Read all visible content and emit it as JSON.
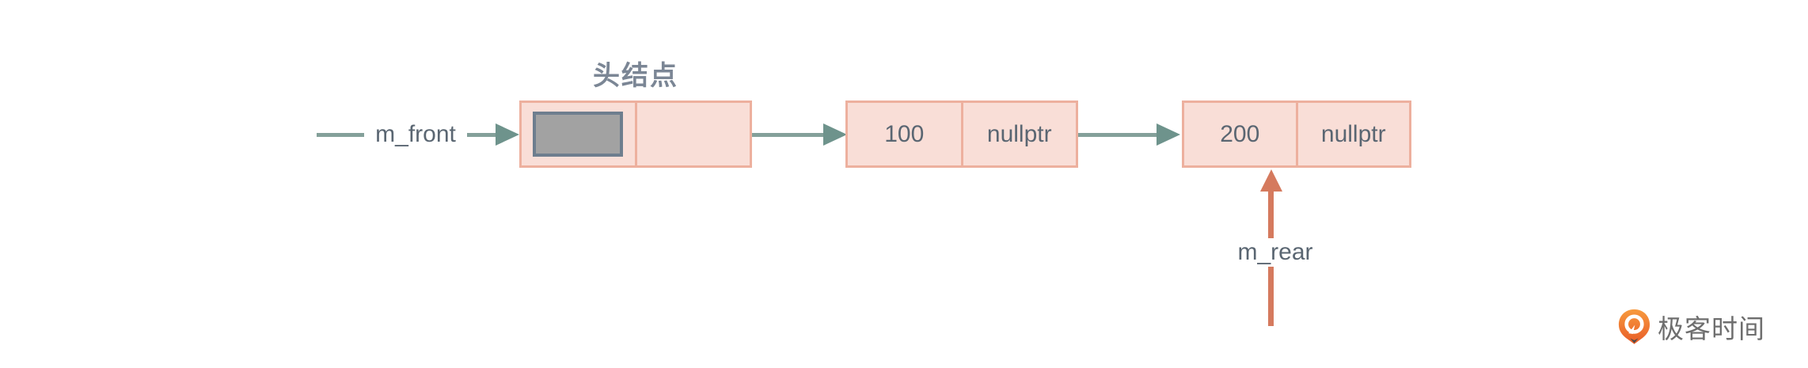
{
  "diagram": {
    "title_implicit": "linked-list queue",
    "front_pointer": {
      "label": "m_front"
    },
    "rear_pointer": {
      "label": "m_rear"
    },
    "head_node": {
      "label": "头结点"
    },
    "nodes": [
      {
        "value": "100",
        "pointer": "nullptr"
      },
      {
        "value": "200",
        "pointer": "nullptr"
      }
    ],
    "colors": {
      "node_fill": "#f9ded7",
      "node_border": "#edb09e",
      "pointer_arrow_teal": "#84a09a",
      "pointer_arrowhead_teal": "#6e938c",
      "rear_arrow_orange": "#d57a5e",
      "head_inner_box_fill": "#a2a2a2",
      "head_inner_box_border": "#6e7e8e",
      "label_text": "#5a6672",
      "head_title_text": "#7b8695"
    }
  },
  "branding": {
    "logo_text": "极客时间",
    "logo_orange": "#ee6b2d"
  }
}
